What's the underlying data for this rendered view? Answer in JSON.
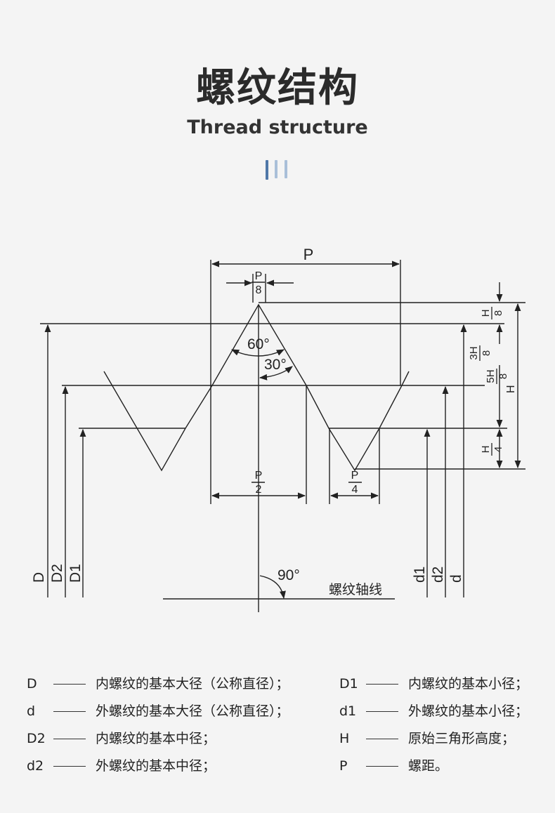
{
  "header": {
    "title": "螺纹结构",
    "subtitle": "Thread structure"
  },
  "diagram": {
    "pitch_label": "P",
    "top_width_num": "P",
    "top_width_den": "8",
    "bottom_width_num": "P",
    "bottom_width_den": "4",
    "half_pitch_num": "P",
    "half_pitch_den": "2",
    "angle_60": "60°",
    "angle_30": "30°",
    "angle_90": "90°",
    "axis_label": "螺纹轴线",
    "h8_num": "H",
    "h8_den": "8",
    "h3_num": "3H",
    "h3_den": "8",
    "h5_num": "5H",
    "h5_den": "8",
    "h_label": "H",
    "h4_num": "H",
    "h4_den": "4",
    "dim_D": "D",
    "dim_D2": "D2",
    "dim_D1": "D1",
    "dim_d1": "d1",
    "dim_d2": "d2",
    "dim_d": "d"
  },
  "legend": {
    "left": [
      {
        "sym": "D",
        "desc": "内螺纹的基本大径（公称直径）；"
      },
      {
        "sym": "d",
        "desc": "外螺纹的基本大径（公称直径）；"
      },
      {
        "sym": "D2",
        "desc": "内螺纹的基本中径；"
      },
      {
        "sym": "d2",
        "desc": "外螺纹的基本中径；"
      }
    ],
    "right": [
      {
        "sym": "D1",
        "desc": "内螺纹的基本小径；"
      },
      {
        "sym": "d1",
        "desc": "外螺纹的基本小径；"
      },
      {
        "sym": "H",
        "desc": "原始三角形高度；"
      },
      {
        "sym": "P",
        "desc": "螺距。"
      }
    ]
  },
  "colors": {
    "accent_dark": "#4f77a8",
    "accent_light": "#a9bfd8"
  }
}
